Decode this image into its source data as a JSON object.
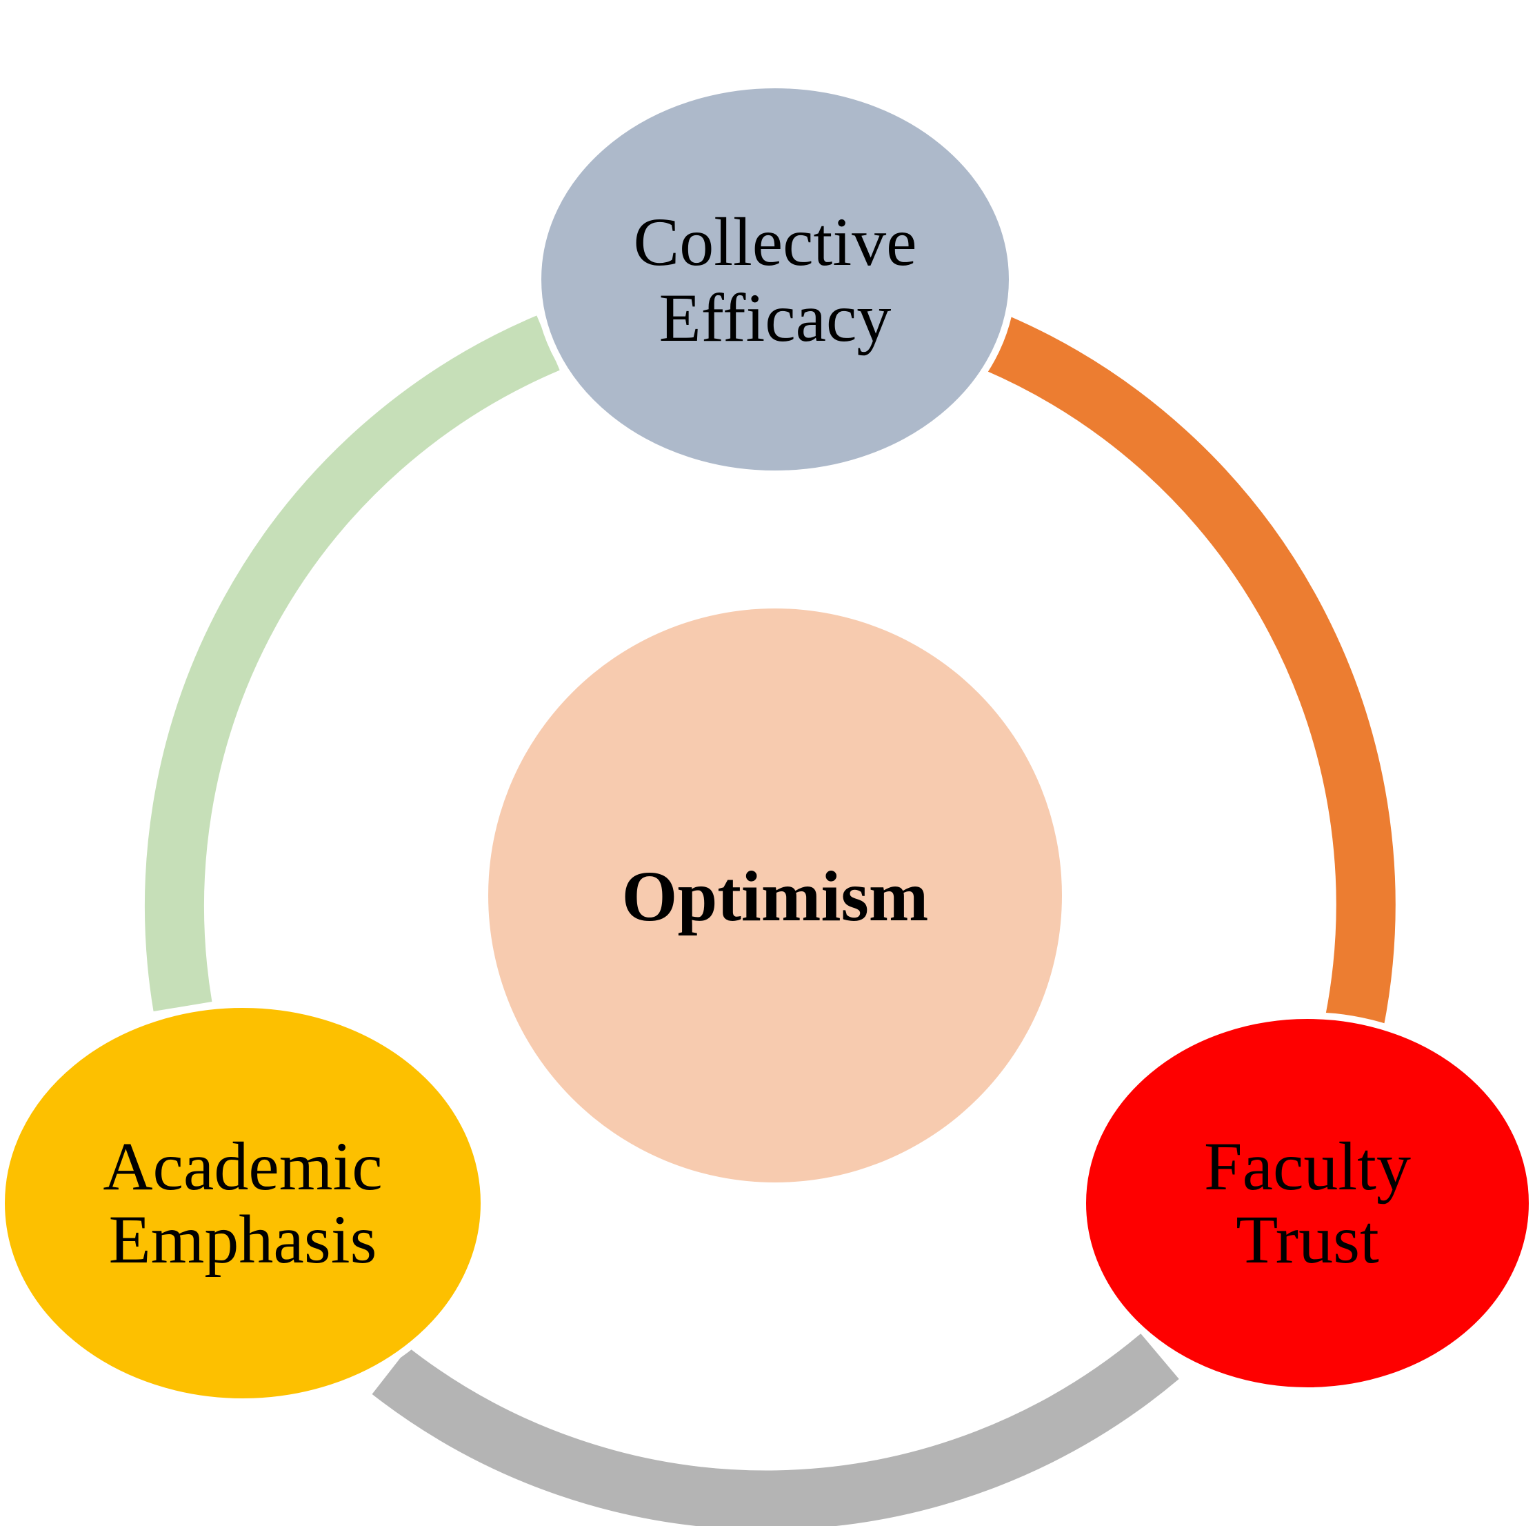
{
  "center": {
    "label": "Optimism",
    "color": "#F7CBAF"
  },
  "nodes": [
    {
      "id": "collective-efficacy",
      "lines": [
        "Collective",
        "Efficacy"
      ],
      "color": "#ADB9CA"
    },
    {
      "id": "faculty-trust",
      "lines": [
        "Faculty",
        "Trust"
      ],
      "color": "#FE0000"
    },
    {
      "id": "academic-emphasis",
      "lines": [
        "Academic",
        "Emphasis"
      ],
      "color": "#FDC000"
    }
  ],
  "connectors": [
    {
      "id": "efficacy-to-trust",
      "color": "#EC7D31"
    },
    {
      "id": "trust-to-emphasis",
      "color": "#B4B4B4"
    },
    {
      "id": "emphasis-to-efficacy",
      "color": "#C6DFB8"
    }
  ]
}
